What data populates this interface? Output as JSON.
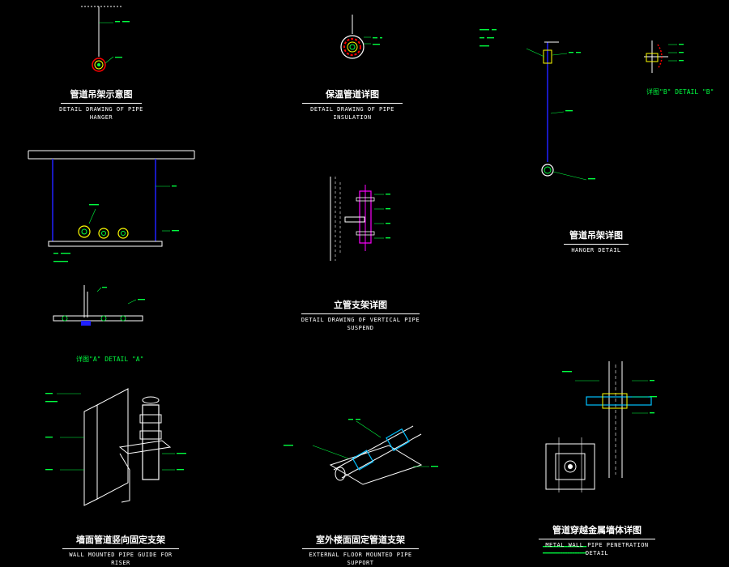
{
  "captions": {
    "hanger": {
      "zh": "管道吊架示意图",
      "en": "DETAIL DRAWING OF PIPE HANGER"
    },
    "insulation": {
      "zh": "保温管道详图",
      "en": "DETAIL DRAWING OF PIPE INSULATION"
    },
    "hanger_detail": {
      "zh": "管道吊架详图",
      "en": "HANGER DETAIL"
    },
    "vertical": {
      "zh": "立管支架详图",
      "en": "DETAIL DRAWING OF VERTICAL PIPE SUSPEND"
    },
    "riser": {
      "zh": "墙面管道竖向固定支架",
      "en": "WALL MOUNTED PIPE GUIDE FOR RISER"
    },
    "floor": {
      "zh": "室外楼面固定管道支架",
      "en": "EXTERNAL FLOOR MOUNTED PIPE SUPPORT"
    },
    "wall_pen": {
      "zh": "管道穿越金属墙体详图",
      "en": "METAL WALL PIPE PENETRATION DETAIL"
    }
  },
  "callouts": {
    "detail_a": "详图\"A\" DETAIL \"A\"",
    "detail_b": "详图\"B\" DETAIL \"B\""
  },
  "colors": {
    "background": "#000000",
    "annotation": "#00ff40",
    "line": "#ffffff",
    "pipe": "#0000ff",
    "accent": "#ff00ff",
    "warning": "#ffff00",
    "callout_red": "#ff0000"
  }
}
